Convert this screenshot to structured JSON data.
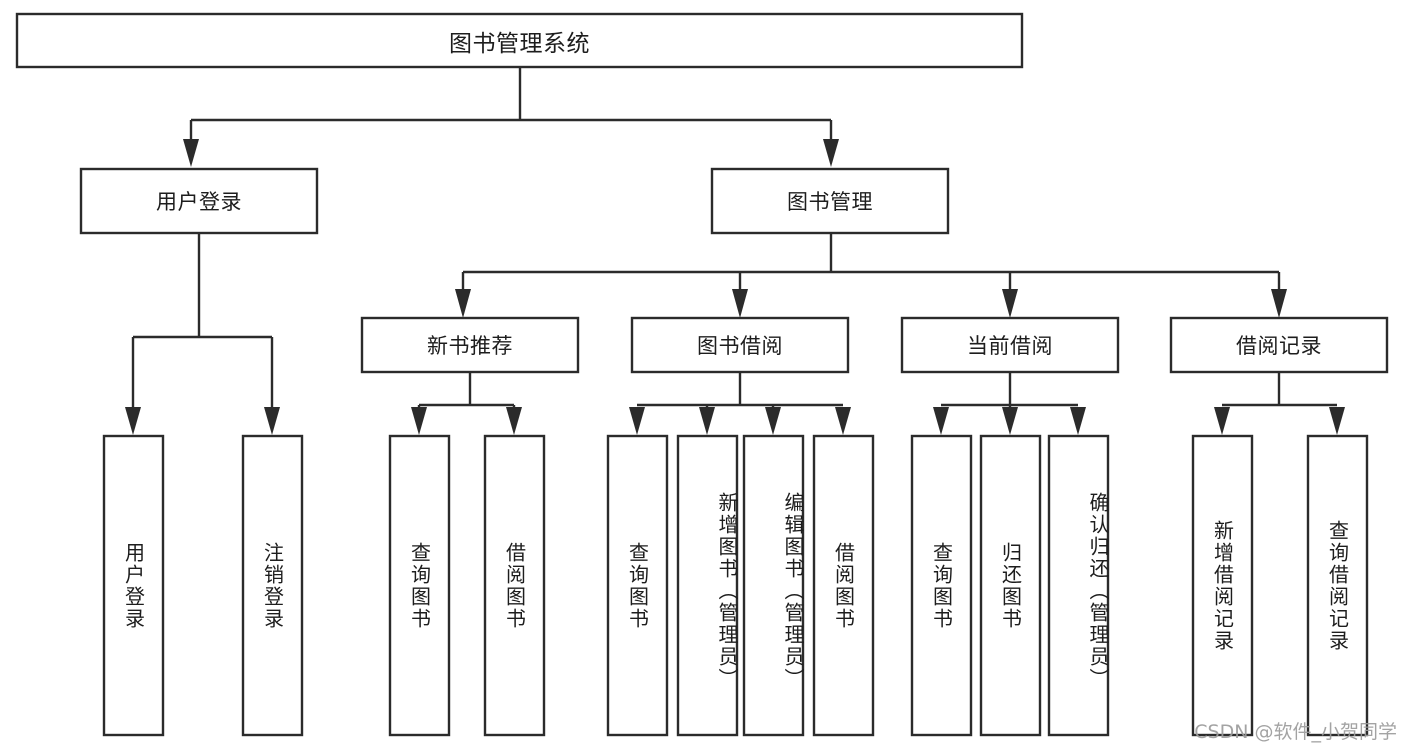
{
  "diagram": {
    "type": "hierarchy-tree",
    "title": "图书管理系统",
    "orientation": "top-down",
    "colors": {
      "stroke": "#2b2b2b",
      "fill": "#ffffff",
      "text": "#1d1d1d",
      "watermark": "#9c9c9c",
      "background": "#ffffff"
    },
    "levels": [
      {
        "level": 1,
        "nodes": [
          {
            "id": "root",
            "label": "图书管理系统",
            "orientation": "horizontal"
          }
        ]
      },
      {
        "level": 2,
        "nodes": [
          {
            "id": "user-login",
            "label": "用户登录",
            "orientation": "horizontal",
            "parent": "root"
          },
          {
            "id": "book-manage",
            "label": "图书管理",
            "orientation": "horizontal",
            "parent": "root"
          }
        ]
      },
      {
        "level": 3,
        "nodes": [
          {
            "id": "new-book-recommend",
            "label": "新书推荐",
            "orientation": "horizontal",
            "parent": "book-manage"
          },
          {
            "id": "book-borrow",
            "label": "图书借阅",
            "orientation": "horizontal",
            "parent": "book-manage"
          },
          {
            "id": "current-borrow",
            "label": "当前借阅",
            "orientation": "horizontal",
            "parent": "book-manage"
          },
          {
            "id": "borrow-record",
            "label": "借阅记录",
            "orientation": "horizontal",
            "parent": "book-manage"
          }
        ]
      },
      {
        "level": 4,
        "nodes": [
          {
            "id": "leaf-user-login",
            "label": "用户登录",
            "orientation": "vertical",
            "parent": "user-login"
          },
          {
            "id": "leaf-logout-login",
            "label": "注销登录",
            "orientation": "vertical",
            "parent": "user-login"
          },
          {
            "id": "leaf-query-book-1",
            "label": "查询图书",
            "orientation": "vertical",
            "parent": "new-book-recommend"
          },
          {
            "id": "leaf-borrow-book-1",
            "label": "借阅图书",
            "orientation": "vertical",
            "parent": "new-book-recommend"
          },
          {
            "id": "leaf-query-book-2",
            "label": "查询图书",
            "orientation": "vertical",
            "parent": "book-borrow"
          },
          {
            "id": "leaf-add-book",
            "label": "新增图书（管理员）",
            "orientation": "vertical",
            "parent": "book-borrow"
          },
          {
            "id": "leaf-edit-book",
            "label": "编辑图书（管理员）",
            "orientation": "vertical",
            "parent": "book-borrow"
          },
          {
            "id": "leaf-borrow-book-2",
            "label": "借阅图书",
            "orientation": "vertical",
            "parent": "book-borrow"
          },
          {
            "id": "leaf-query-book-3",
            "label": "查询图书",
            "orientation": "vertical",
            "parent": "current-borrow"
          },
          {
            "id": "leaf-return-book",
            "label": "归还图书",
            "orientation": "vertical",
            "parent": "current-borrow"
          },
          {
            "id": "leaf-confirm-return",
            "label": "确认归还（管理员）",
            "orientation": "vertical",
            "parent": "current-borrow"
          },
          {
            "id": "leaf-add-record",
            "label": "新增借阅记录",
            "orientation": "vertical",
            "parent": "borrow-record"
          },
          {
            "id": "leaf-query-record",
            "label": "查询借阅记录",
            "orientation": "vertical",
            "parent": "borrow-record"
          }
        ]
      }
    ]
  },
  "watermark": {
    "text": "CSDN @软件_小贺同学"
  }
}
